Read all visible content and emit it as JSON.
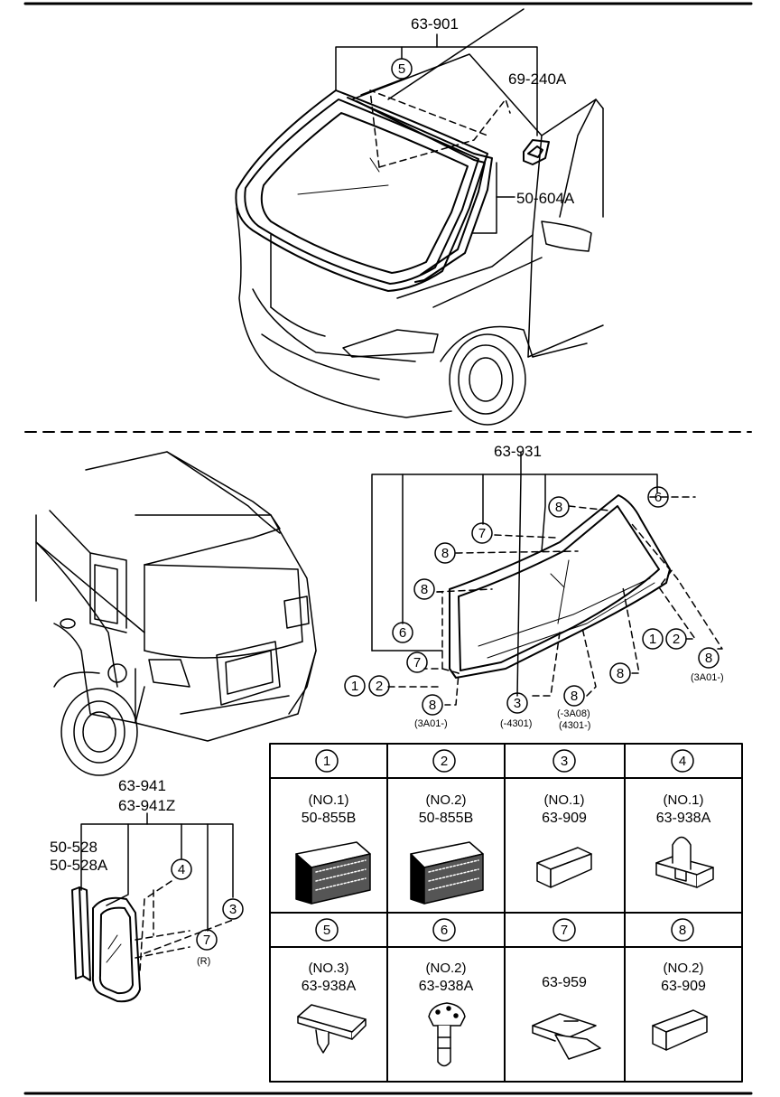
{
  "front": {
    "windshield_assy": "63-901",
    "mirror_base": "69-240A",
    "molding": "50-604A"
  },
  "rear": {
    "liftgate_glass": "63-931",
    "note_3a01": "(3A01-)",
    "note_4301": "(-4301)",
    "note_3a08": "(-3A08)",
    "note_4301b": "(4301-)",
    "note_3a01_right": "(3A01-)"
  },
  "quarter": {
    "glass_assy_1": "63-941",
    "glass_assy_2": "63-941Z",
    "seal_1": "50-528",
    "seal_2": "50-528A",
    "right_note": "(R)"
  },
  "callouts": {
    "n1": "1",
    "n2": "2",
    "n3": "3",
    "n4": "4",
    "n5": "5",
    "n6": "6",
    "n7": "7",
    "n8": "8"
  },
  "parts_table": [
    {
      "num": "1",
      "spec": "(NO.1)",
      "part": "50-855B",
      "icon": "adhesive-spacer-icon"
    },
    {
      "num": "2",
      "spec": "(NO.2)",
      "part": "50-855B",
      "icon": "adhesive-spacer-icon"
    },
    {
      "num": "3",
      "spec": "(NO.1)",
      "part": "63-909",
      "icon": "rubber-stopper-icon"
    },
    {
      "num": "4",
      "spec": "(NO.1)",
      "part": "63-938A",
      "icon": "clip-fastener-icon"
    },
    {
      "num": "5",
      "spec": "(NO.3)",
      "part": "63-938A",
      "icon": "clip-plate-icon"
    },
    {
      "num": "6",
      "spec": "(NO.2)",
      "part": "63-938A",
      "icon": "stud-fastener-icon"
    },
    {
      "num": "7",
      "spec": "",
      "part": "63-959",
      "icon": "bracket-icon"
    },
    {
      "num": "8",
      "spec": "(NO.2)",
      "part": "63-909",
      "icon": "rubber-stopper-icon"
    }
  ]
}
